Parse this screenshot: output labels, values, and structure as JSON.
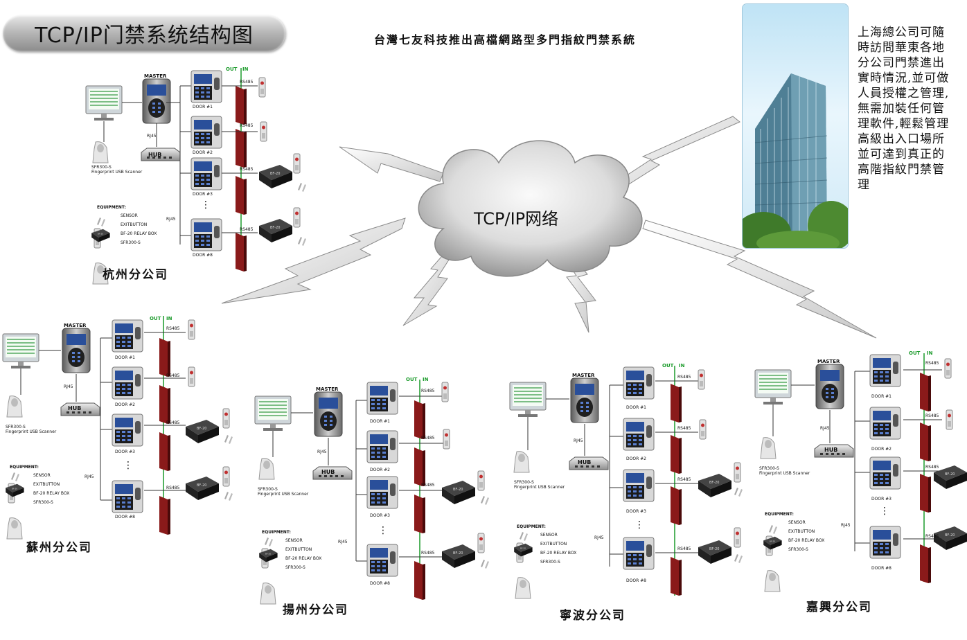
{
  "title": "TCP/IP门禁系统结构图",
  "headline": "台灣七友科技推出高檔網路型多門指紋門禁系統",
  "side_text": "上海總公司可隨時訪問華東各地分公司門禁進出實時情況,並可做人員授權之管理,無需加裝任何管理軟件,輕鬆管理高級出入口場所並可達到真正的高階指紋門禁管理",
  "cloud_label": "TCP/IP网络",
  "branches": [
    {
      "name": "杭州分公司"
    },
    {
      "name": "蘇州分公司"
    },
    {
      "name": "揚州分公司"
    },
    {
      "name": "寧波分公司"
    },
    {
      "name": "嘉興分公司"
    }
  ],
  "diagram_text": {
    "master": "MASTER",
    "hub": "HUB",
    "rj45": "RJ45",
    "rs485": "RS485",
    "out": "OUT",
    "in": "IN",
    "doors": [
      "DOOR #1",
      "DOOR #2",
      "DOOR #3",
      "DOOR #8"
    ],
    "scanner_model": "SFR300-S",
    "scanner_desc": "Fingerprint USB Scanner",
    "equipment_title": "EQUIPMENT:",
    "equipment_items": [
      "SENSOR",
      "EXITBUTTON",
      "BF-20 RELAY BOX",
      "SFR300-S"
    ],
    "ellipsis": "⋮"
  },
  "colors": {
    "accent_green": "#1a9a2a",
    "door_red": "#8a1a1a",
    "line": "#333333",
    "cloud_light": "#f2f2f2",
    "cloud_dark": "#9a9a9a"
  }
}
